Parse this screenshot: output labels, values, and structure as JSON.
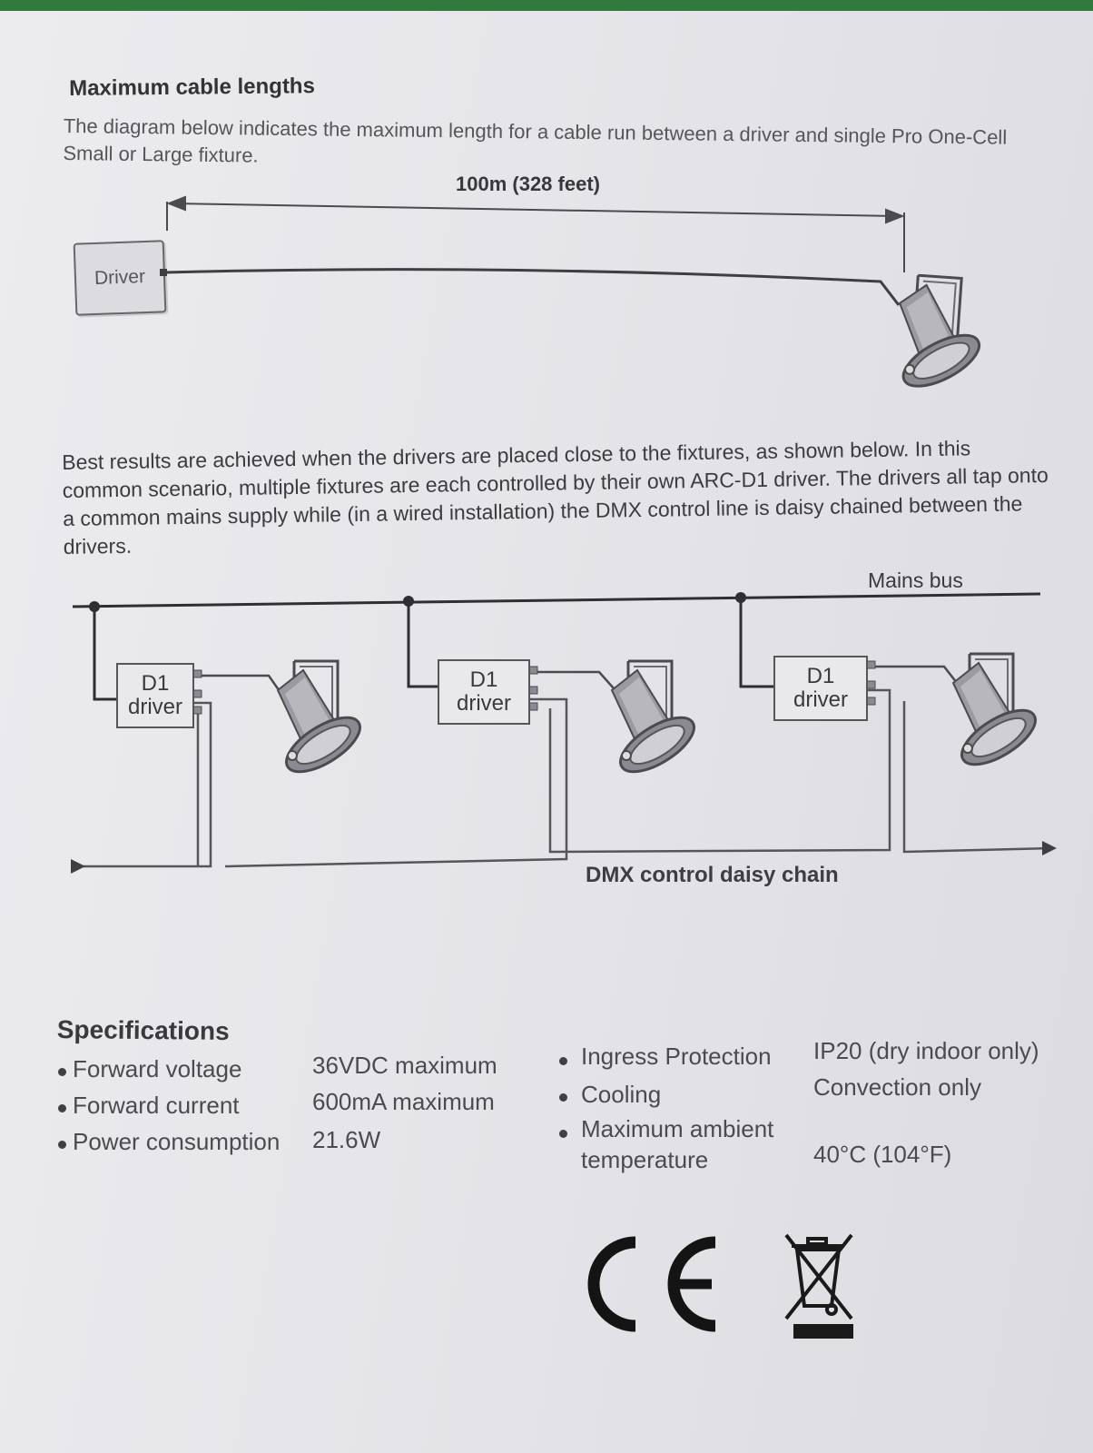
{
  "section": {
    "heading": "Maximum cable lengths",
    "intro": "The diagram below indicates the maximum length for a cable run between a driver and single Pro One-Cell Small or Large fixture."
  },
  "diagram1": {
    "dimension_label": "100m (328 feet)",
    "driver_label": "Driver"
  },
  "paragraph2": "Best results are achieved when the drivers are placed close to the fixtures, as shown below. In this common scenario, multiple fixtures are each controlled by their own ARC-D1 driver. The drivers all tap onto a common mains supply while (in a wired installation) the DMX control line is daisy chained between the drivers.",
  "diagram2": {
    "mains_label": "Mains bus",
    "dmx_label": "DMX control daisy chain",
    "drivers": [
      {
        "line1": "D1",
        "line2": "driver"
      },
      {
        "line1": "D1",
        "line2": "driver"
      },
      {
        "line1": "D1",
        "line2": "driver"
      }
    ]
  },
  "specifications": {
    "title": "Specifications",
    "left": [
      {
        "label": "Forward voltage",
        "value": "36VDC maximum"
      },
      {
        "label": "Forward current",
        "value": "600mA maximum"
      },
      {
        "label": "Power consumption",
        "value": "21.6W"
      }
    ],
    "right": [
      {
        "label": "Ingress Protection",
        "value": "IP20 (dry indoor only)"
      },
      {
        "label": "Cooling",
        "value": "Convection only"
      },
      {
        "label": "Maximum ambient",
        "label2": "temperature",
        "value": "40°C (104°F)"
      }
    ]
  },
  "marks": {
    "ce_mark": "CE",
    "weee_icon": "crossed-out-wheelie-bin-icon"
  },
  "colors": {
    "page_background": "#e6e6e9",
    "ink": "#3a3a3e",
    "top_strip": "#2f7a3c"
  }
}
